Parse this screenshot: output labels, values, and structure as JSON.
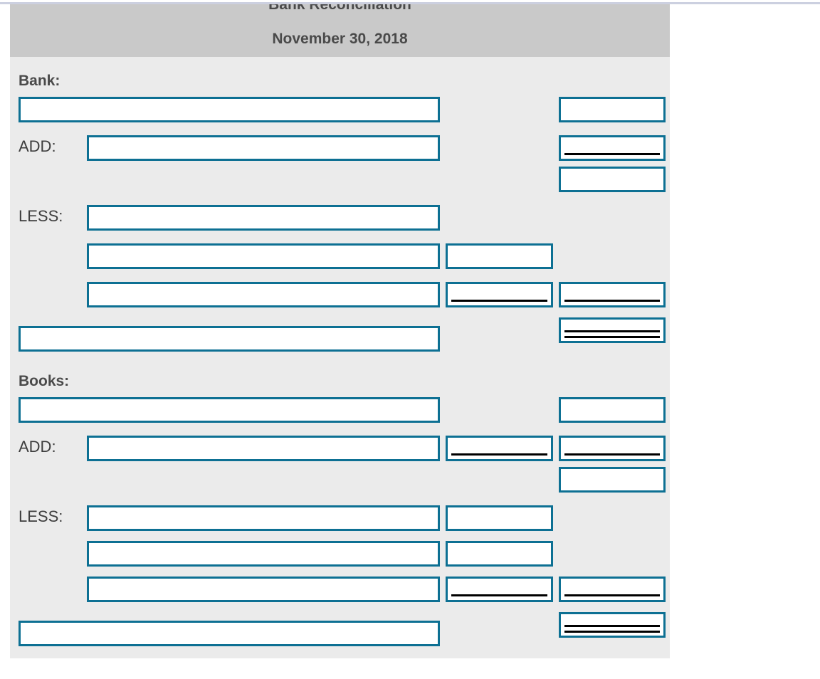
{
  "document": {
    "title": "Bank Reconciliation",
    "date": "November 30, 2018"
  },
  "sections": [
    {
      "id": "bank",
      "label": "Bank:",
      "rows": [
        {
          "id": "bank-balance",
          "label": "",
          "cells": [
            {
              "col": "full",
              "value": "",
              "rule": "none"
            },
            {
              "col": "amt",
              "value": "",
              "rule": "none"
            }
          ]
        },
        {
          "id": "bank-add-1",
          "label": "ADD:",
          "cells": [
            {
              "col": "desc",
              "value": "",
              "rule": "none"
            },
            {
              "col": "amt",
              "value": "",
              "rule": "single"
            }
          ]
        },
        {
          "id": "bank-subtotal",
          "label": "",
          "cells": [
            {
              "col": "amt",
              "value": "",
              "rule": "none"
            }
          ]
        },
        {
          "id": "bank-less-1",
          "label": "LESS:",
          "cells": [
            {
              "col": "desc",
              "value": "",
              "rule": "none"
            }
          ]
        },
        {
          "id": "bank-less-2",
          "label": "",
          "cells": [
            {
              "col": "desc",
              "value": "",
              "rule": "none"
            },
            {
              "col": "mid",
              "value": "",
              "rule": "none"
            }
          ]
        },
        {
          "id": "bank-less-3",
          "label": "",
          "cells": [
            {
              "col": "desc",
              "value": "",
              "rule": "none"
            },
            {
              "col": "mid",
              "value": "",
              "rule": "single"
            },
            {
              "col": "amt",
              "value": "",
              "rule": "single"
            }
          ]
        },
        {
          "id": "bank-adjusted-total",
          "label": "",
          "cells": [
            {
              "col": "full",
              "value": "",
              "rule": "none"
            },
            {
              "col": "amt",
              "value": "",
              "rule": "double"
            }
          ]
        }
      ]
    },
    {
      "id": "books",
      "label": "Books:",
      "rows": [
        {
          "id": "books-balance",
          "label": "",
          "cells": [
            {
              "col": "full",
              "value": "",
              "rule": "none"
            },
            {
              "col": "amt",
              "value": "",
              "rule": "none"
            }
          ]
        },
        {
          "id": "books-add-1",
          "label": "ADD:",
          "cells": [
            {
              "col": "desc",
              "value": "",
              "rule": "none"
            },
            {
              "col": "mid",
              "value": "",
              "rule": "single"
            },
            {
              "col": "amt",
              "value": "",
              "rule": "single"
            }
          ]
        },
        {
          "id": "books-subtotal",
          "label": "",
          "cells": [
            {
              "col": "amt",
              "value": "",
              "rule": "none"
            }
          ]
        },
        {
          "id": "books-less-1",
          "label": "LESS:",
          "cells": [
            {
              "col": "desc",
              "value": "",
              "rule": "none"
            },
            {
              "col": "mid",
              "value": "",
              "rule": "none"
            }
          ]
        },
        {
          "id": "books-less-2",
          "label": "",
          "cells": [
            {
              "col": "desc",
              "value": "",
              "rule": "none"
            },
            {
              "col": "mid",
              "value": "",
              "rule": "none"
            }
          ]
        },
        {
          "id": "books-less-3",
          "label": "",
          "cells": [
            {
              "col": "desc",
              "value": "",
              "rule": "none"
            },
            {
              "col": "mid",
              "value": "",
              "rule": "single"
            },
            {
              "col": "amt",
              "value": "",
              "rule": "single"
            }
          ]
        },
        {
          "id": "books-adjusted-total",
          "label": "",
          "cells": [
            {
              "col": "full",
              "value": "",
              "rule": "none"
            },
            {
              "col": "amt",
              "value": "",
              "rule": "double"
            }
          ]
        }
      ]
    }
  ],
  "layout": {
    "accent_color": "#0d7093",
    "header_bg": "#c9c9c9",
    "body_bg": "#ebebeb",
    "section_positions": {
      "bank": 22,
      "books": 444
    },
    "row_positions": {
      "bank-balance": 56,
      "bank-add-1": 110,
      "bank-subtotal": 154,
      "bank-less-1": 208,
      "bank-less-2": 262,
      "bank-less-3": 316,
      "bank-adjusted-total": 378,
      "books-balance": 478,
      "books-add-1": 532,
      "books-subtotal": 576,
      "books-less-1": 630,
      "books-less-2": 680,
      "books-less-3": 730,
      "books-adjusted-total": 792
    },
    "amt_overrides": {
      "bank-adjusted-total": 366,
      "books-adjusted-total": 780
    }
  }
}
